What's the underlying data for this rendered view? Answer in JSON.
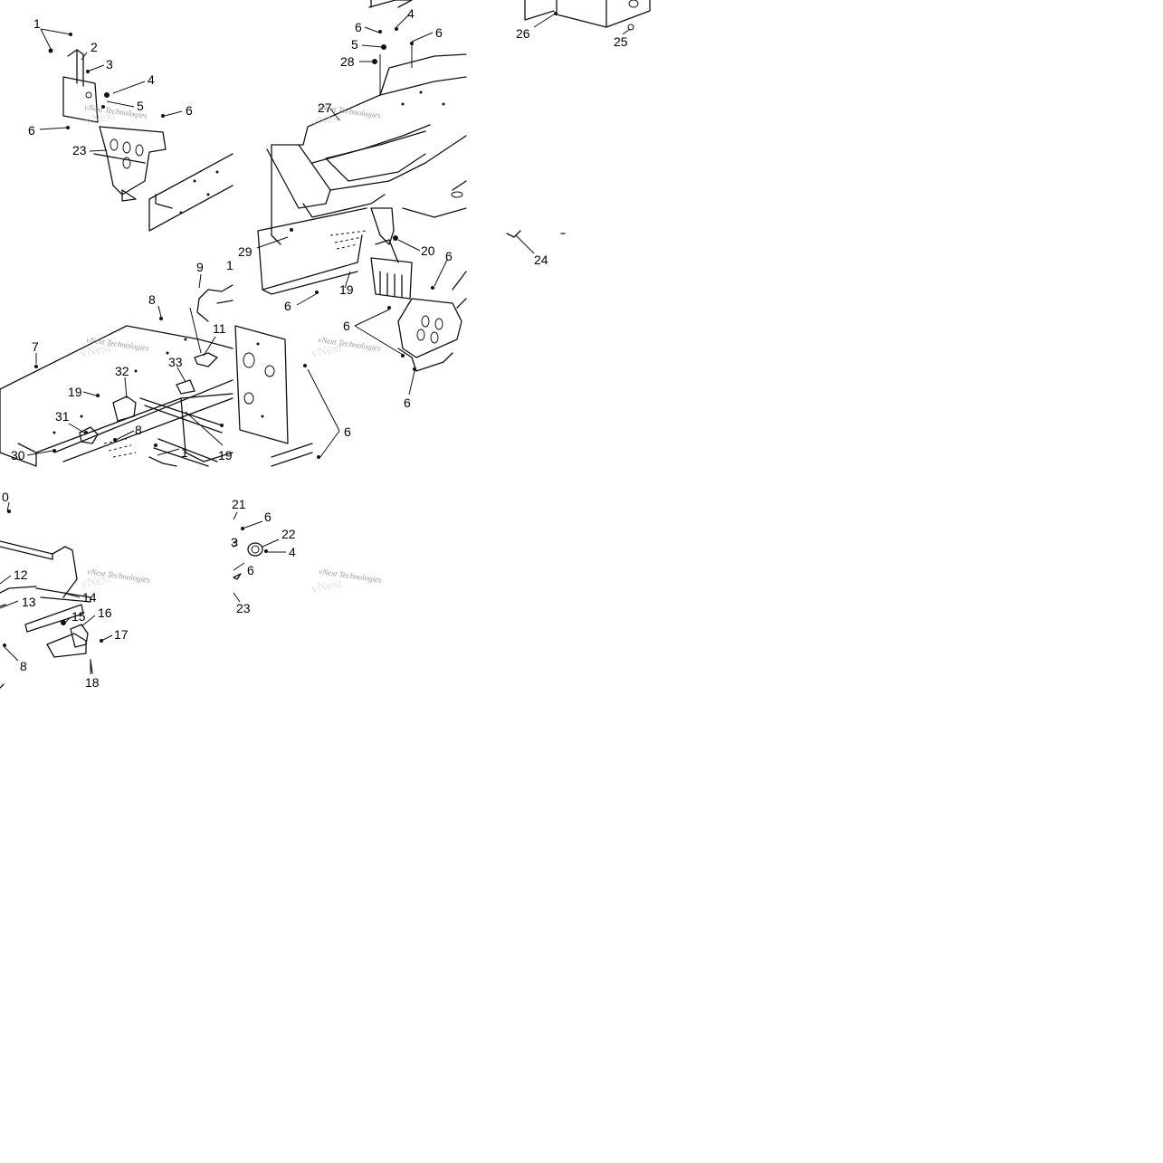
{
  "watermark": "vNext Technologies",
  "callouts": {
    "c_1a": "1",
    "c_2": "2",
    "c_3": "3",
    "c_4a": "4",
    "c_5a": "5",
    "c_6a": "6",
    "c_6b": "6",
    "c_23a": "23",
    "c_6c": "6",
    "c_4b": "4",
    "c_6d": "6",
    "c_5b": "5",
    "c_28": "28",
    "c_27": "27",
    "c_29": "29",
    "c_19a": "19",
    "c_20": "20",
    "c_6e": "6",
    "c_6f": "6",
    "c_6g": "6",
    "c_6h": "6",
    "c_26": "26",
    "c_25": "25",
    "c_24": "24",
    "c_9": "9",
    "c_1b": "1",
    "c_8a": "8",
    "c_7": "7",
    "c_11": "11",
    "c_32": "32",
    "c_33": "33",
    "c_19b": "19",
    "c_31": "31",
    "c_8b": "8",
    "c_30": "30",
    "c_1c": "1",
    "c_19c": "19",
    "c_6i": "6",
    "c_10": "0",
    "c_12": "12",
    "c_13": "13",
    "c_14": "14",
    "c_15": "15",
    "c_16": "16",
    "c_17": "17",
    "c_8c": "8",
    "c_18": "18",
    "c_21": "21",
    "c_6j": "6",
    "c_22": "22",
    "c_4c": "4",
    "c_6k": "6",
    "c_3b": "3",
    "c_23b": "23"
  }
}
